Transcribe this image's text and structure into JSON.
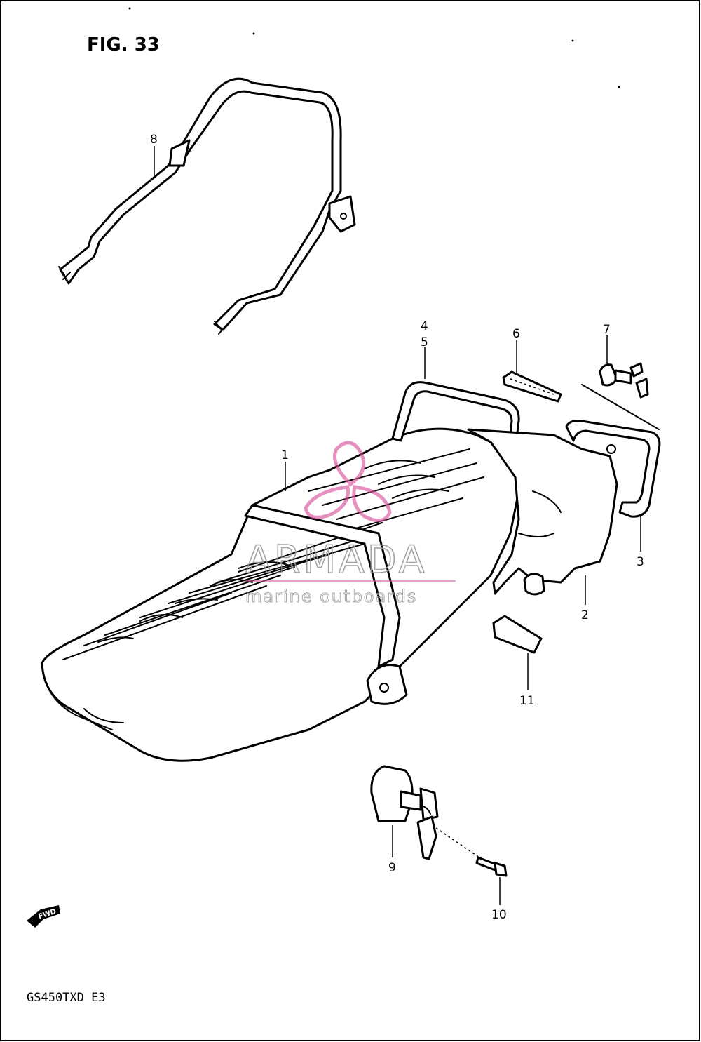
{
  "figure_title": "FIG. 33",
  "model_code": "GS450TXD  E3",
  "front_marker": "FWD",
  "watermark": {
    "brand": "ARMADA",
    "tagline": "marine outboards",
    "logo_color": "#d8509a"
  },
  "callouts": [
    "1",
    "2",
    "3",
    "4",
    "5",
    "6",
    "7",
    "8",
    "9",
    "10",
    "11"
  ]
}
